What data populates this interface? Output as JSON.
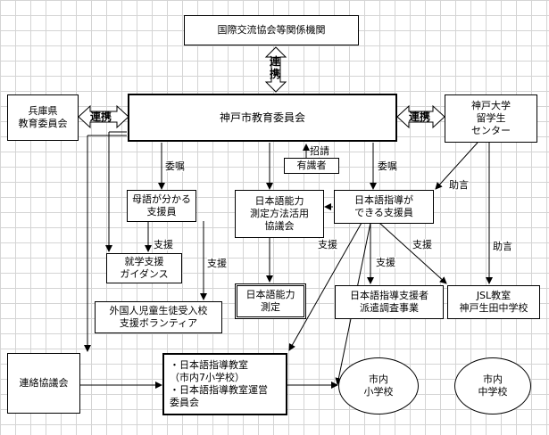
{
  "nodes": {
    "intl": "国際交流協会等関係機関",
    "board": "神戸市教育委員会",
    "hyogo": [
      "兵庫県",
      "教育委員会"
    ],
    "kobe_univ": [
      "神戸大学",
      "留学生",
      "センター"
    ],
    "experts": "有識者",
    "bilingual": [
      "母語が分かる",
      "支援員"
    ],
    "test_council": [
      "日本語能力",
      "測定方法活用",
      "協議会"
    ],
    "instructor": [
      "日本語指導が",
      "できる支援員"
    ],
    "guidance": [
      "就学支援",
      "ガイダンス"
    ],
    "volunteer": [
      "外国人児童生徒受入校",
      "支援ボランティア"
    ],
    "measure": [
      "日本語能力",
      "測定"
    ],
    "dispatch": [
      "日本語指導支援者",
      "派遣調査事業"
    ],
    "jsl": [
      "JSL教室",
      "神戸生田中学校"
    ],
    "liaison": "連絡協議会",
    "classroom": [
      "・日本語指導教室",
      "（市内7小学校）",
      "・日本語指導教室運営",
      "委員会"
    ],
    "elementary": [
      "市内",
      "小学校"
    ],
    "junior": [
      "市内",
      "中学校"
    ]
  },
  "labels": {
    "renkei": "連携",
    "renkei_v": [
      "連",
      "携"
    ],
    "shokusho": "委嘱",
    "shosei": "招請",
    "shien": "支援",
    "jogen": "助言"
  },
  "colors": {
    "line": "#000000",
    "grid": "#d4d4d4"
  }
}
